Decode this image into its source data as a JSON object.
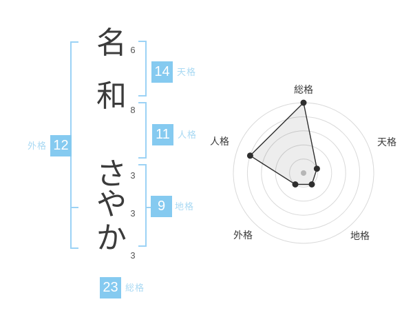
{
  "name": {
    "characters": [
      {
        "char": "名",
        "strokes": "6"
      },
      {
        "char": "和",
        "strokes": "8"
      },
      {
        "char": "さ",
        "strokes": "3"
      },
      {
        "char": "や",
        "strokes": "3"
      },
      {
        "char": "か",
        "strokes": "3"
      }
    ]
  },
  "fortunes": {
    "tenkaku": {
      "label": "天格",
      "value": "14"
    },
    "jinkaku": {
      "label": "人格",
      "value": "11"
    },
    "chikaku": {
      "label": "地格",
      "value": "9"
    },
    "gaikaku": {
      "label": "外格",
      "value": "12"
    },
    "soukaku": {
      "label": "総格",
      "value": "23"
    }
  },
  "colors": {
    "accent_box": "#85caf0",
    "bracket": "#9bd2f5",
    "side_label_text": "#a9d9f3",
    "badge_number_text": "#ffffff",
    "name_text": "#3b3b3b",
    "stroke_number_text": "#555555",
    "chart_ring": "#d9d9d9",
    "chart_line": "#2e2e2e",
    "chart_fill": "rgba(0,0,0,0.07)",
    "chart_center_dot": "#c4c4c4",
    "chart_label_text": "#3a3a3a"
  },
  "chart_data": {
    "type": "radar",
    "axes": [
      "総格",
      "天格",
      "地格",
      "外格",
      "人格"
    ],
    "values": [
      5,
      1,
      1,
      1,
      4
    ],
    "max": 5,
    "rings": 5,
    "outer_radius_px": 102,
    "start_angle_deg": -90,
    "clockwise": true,
    "legend_position": "none",
    "grid": "circular"
  }
}
